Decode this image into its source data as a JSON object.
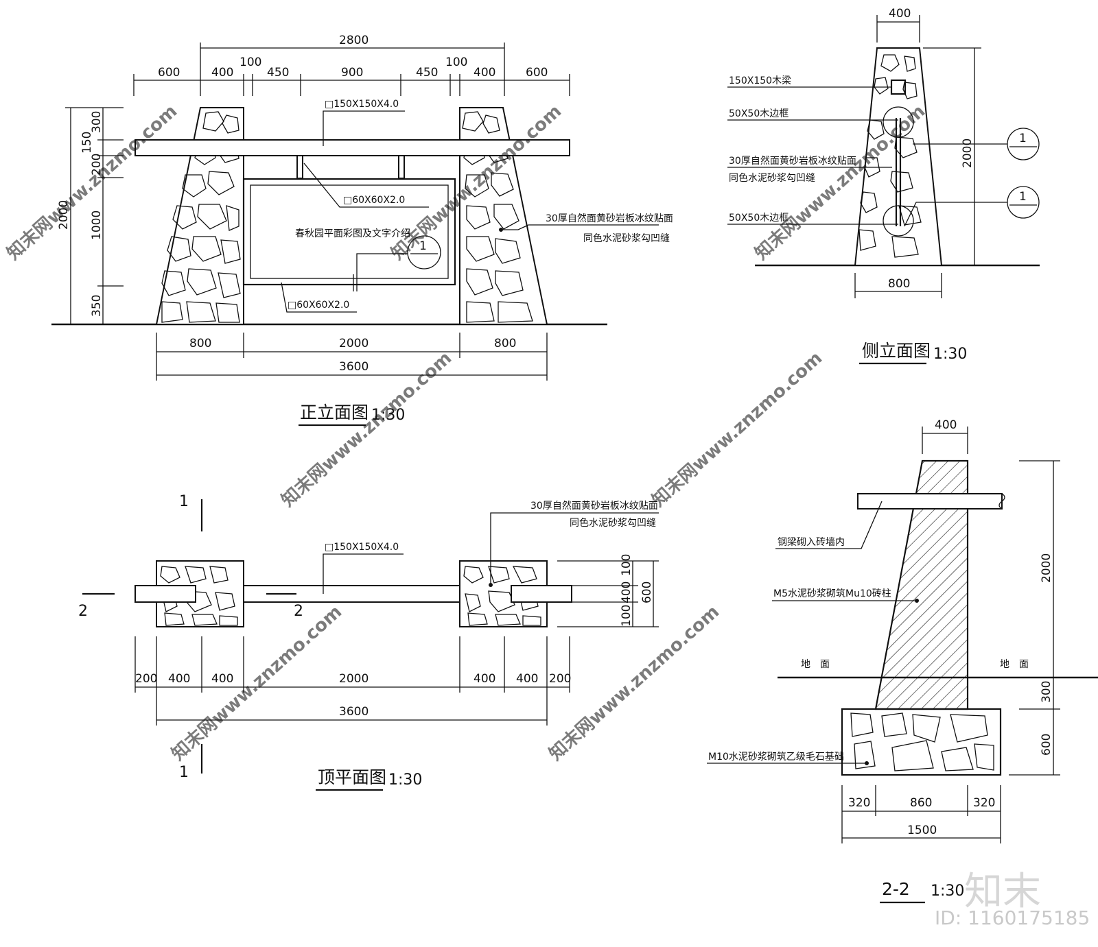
{
  "front_elevation": {
    "title": "正立面图",
    "scale": "1:30",
    "top_dims": [
      "600",
      "400",
      "100",
      "450",
      "900",
      "450",
      "100",
      "400",
      "600"
    ],
    "overall_top": "2800",
    "left_dims": [
      "300",
      "150",
      "200",
      "1000",
      "350"
    ],
    "left_overall": "2000",
    "bottom_dims": [
      "800",
      "2000",
      "800"
    ],
    "bottom_overall": "3600",
    "label_beam": "□150X150X4.0",
    "label_post": "□60X60X2.0",
    "label_frame": "□60X60X2.0",
    "panel_text": "春秋园平面彩图及文字介绍",
    "callout": "1",
    "stone_note_1": "30厚自然面黄砂岩板冰纹贴面",
    "stone_note_2": "同色水泥砂浆勾凹缝"
  },
  "side_elevation": {
    "title": "侧立面图",
    "scale": "1:30",
    "top_dim": "400",
    "bottom_dim": "800",
    "height_dim": "2000",
    "label_1": "150X150木梁",
    "label_2": "50X50木边框",
    "label_3": "30厚自然面黄砂岩板冰纹贴面",
    "label_4": "同色水泥砂浆勾凹缝",
    "label_5": "50X50木边框",
    "callout_1": "1",
    "callout_2": "1"
  },
  "top_plan": {
    "title": "顶平面图",
    "scale": "1:30",
    "section_mark_1": "1",
    "section_mark_2": "2",
    "label_beam": "□150X150X4.0",
    "stone_note_1": "30厚自然面黄砂岩板冰纹贴面",
    "stone_note_2": "同色水泥砂浆勾凹缝",
    "right_dims": [
      "100",
      "400",
      "100"
    ],
    "right_overall": "600",
    "bottom_dims": [
      "200",
      "400",
      "400",
      "2000",
      "400",
      "400",
      "200"
    ],
    "bottom_overall": "3600"
  },
  "section_2_2": {
    "title": "2-2",
    "scale": "1:30",
    "top_dim": "400",
    "label_beam": "钢梁砌入砖墙内",
    "label_column": "M5水泥砂浆砌筑Mu10砖柱",
    "ground_left": "地　面",
    "ground_right": "地　面",
    "label_foundation": "M10水泥砂浆砌筑乙级毛石基础",
    "right_dims": [
      "2000",
      "300",
      "600"
    ],
    "bottom_dims": [
      "320",
      "860",
      "320"
    ],
    "bottom_overall": "1500"
  },
  "watermark": {
    "text": "知末网www.znzmo.com",
    "brand": "知末",
    "id": "ID: 1160175185"
  }
}
